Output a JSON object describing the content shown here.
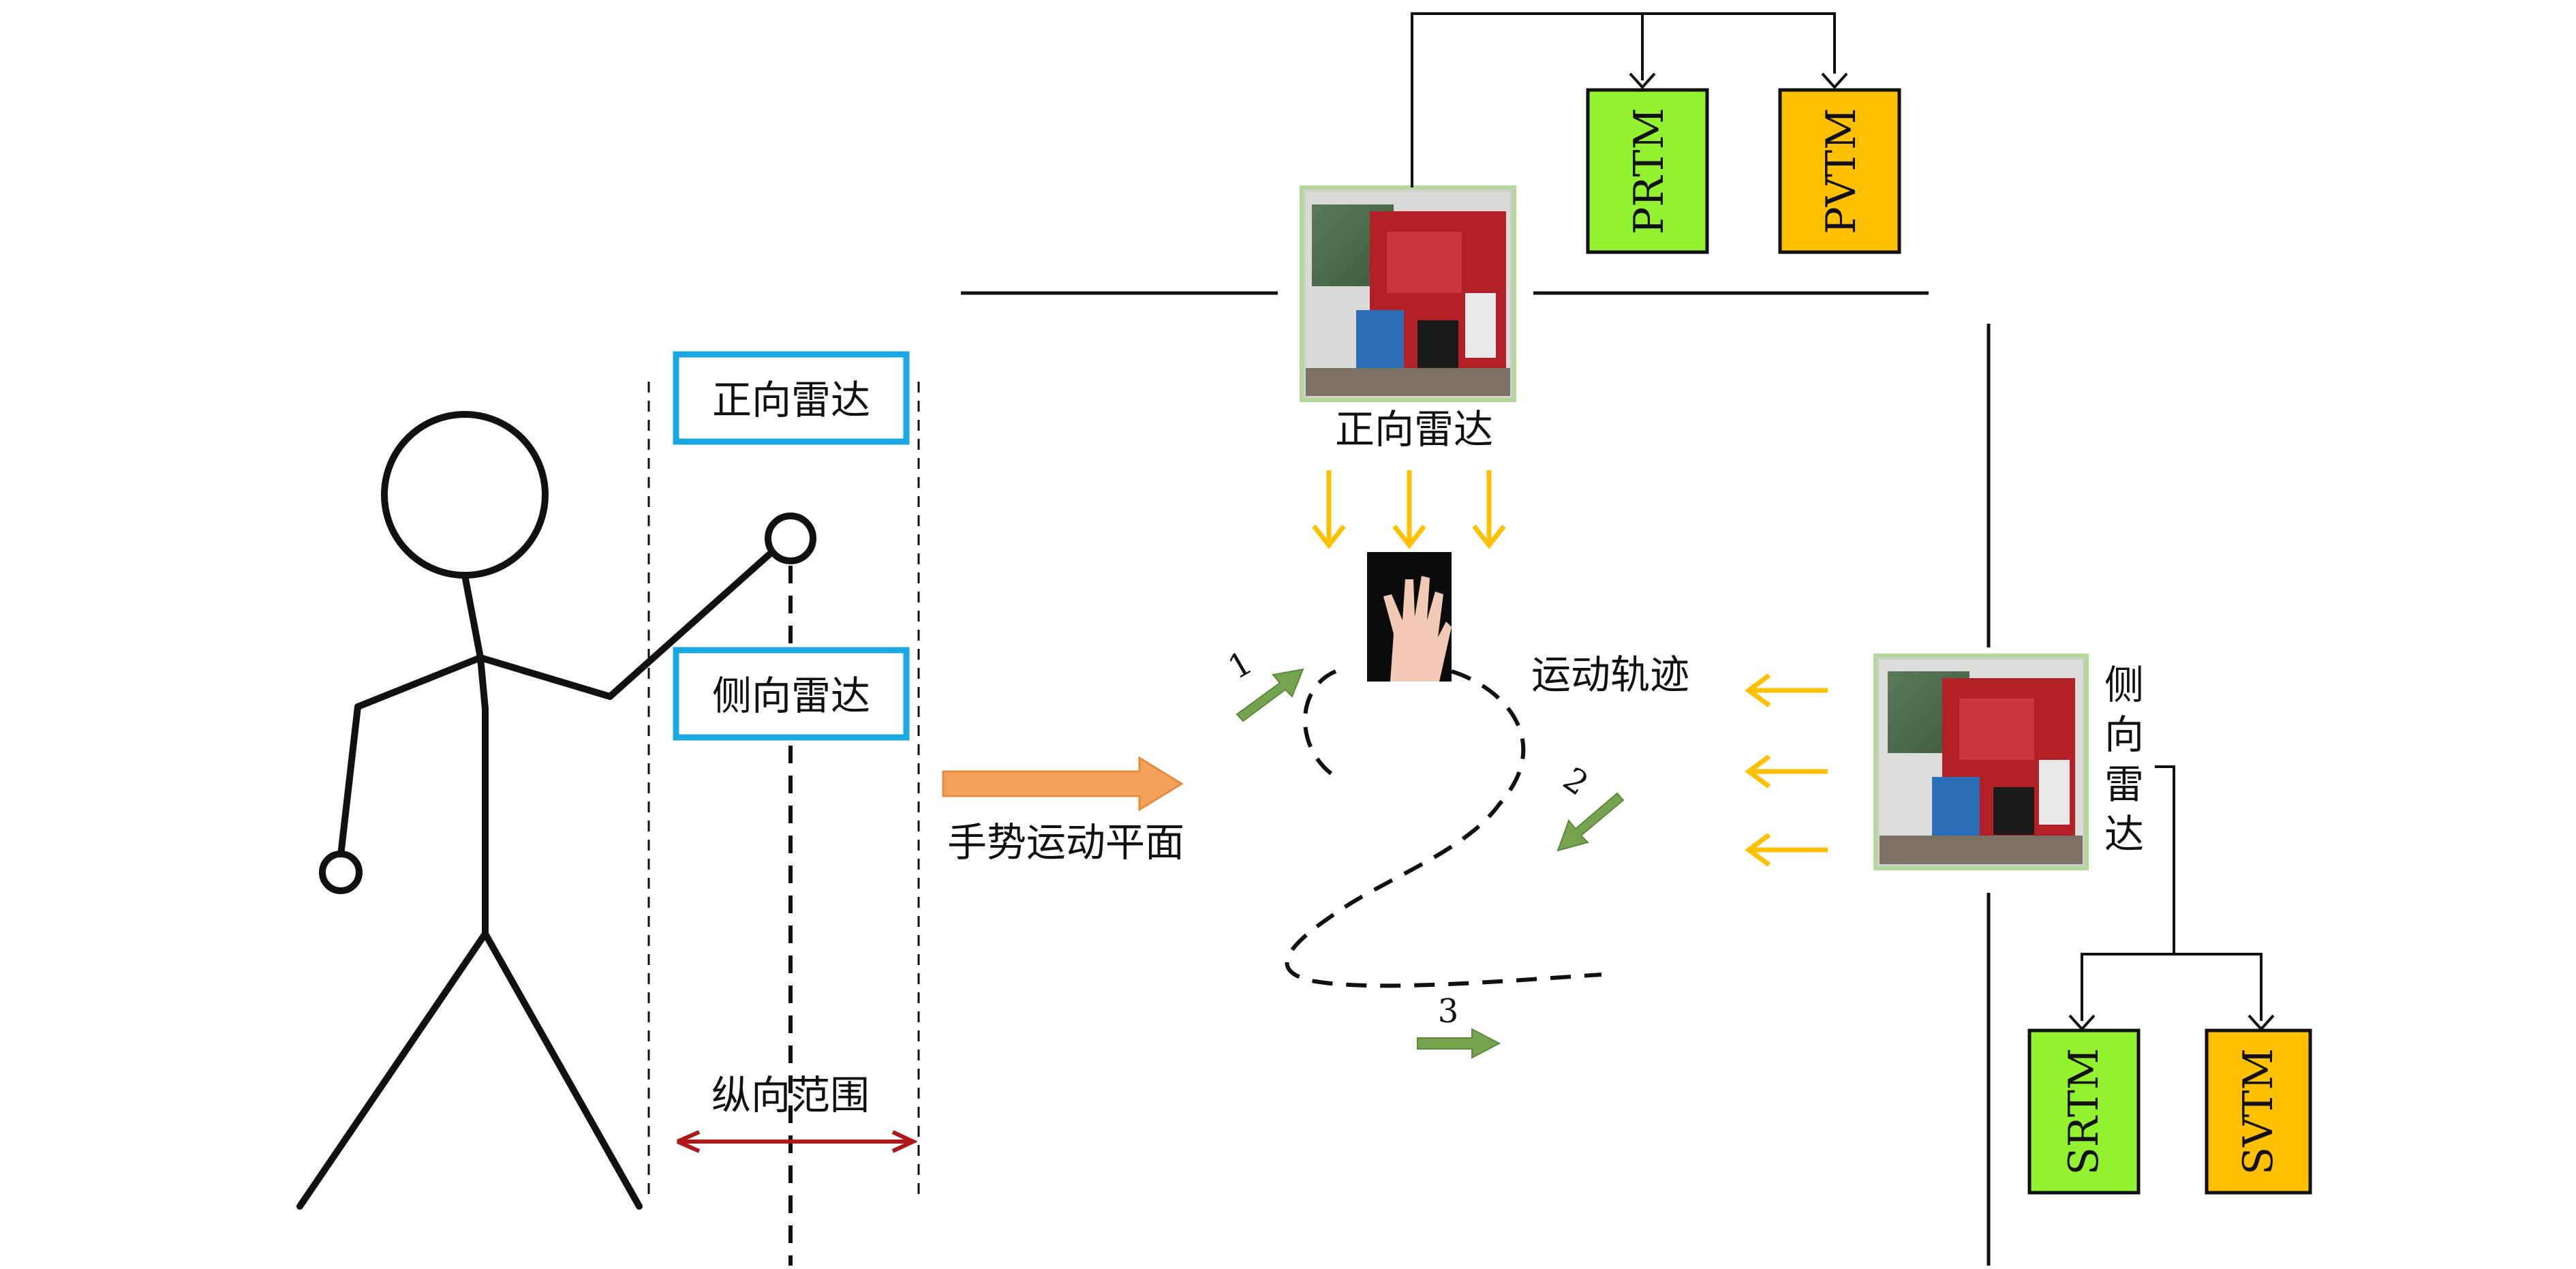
{
  "colors": {
    "stroke": "#111111",
    "label_box_border": "#1aa8e0",
    "radar_arrow": "#ffc000",
    "trajectory_arrow": "#77a351",
    "plane_arrow": "#f4a25b",
    "range_arrow": "#b01717",
    "module_green": "#92f230",
    "module_orange": "#ffc000",
    "photo_border": "#b4d79a"
  },
  "left_panel": {
    "front_radar_label": "正向雷达",
    "side_radar_label": "侧向雷达",
    "range_label": "纵向范围",
    "plane_label": "手势运动平面"
  },
  "right_panel": {
    "front_radar_caption": "正向雷达",
    "side_radar_caption": [
      "侧",
      "向",
      "雷",
      "达"
    ],
    "trajectory_label": "运动轨迹",
    "step_labels": [
      "1",
      "2",
      "3"
    ],
    "modules_front": [
      "PRTM",
      "PVTM"
    ],
    "modules_side": [
      "SRTM",
      "SVTM"
    ]
  },
  "icons": {
    "stick_figure": "person-stick-figure-icon",
    "radar_board": "radar-board-photo-icon",
    "hand": "hand-photo-icon"
  }
}
